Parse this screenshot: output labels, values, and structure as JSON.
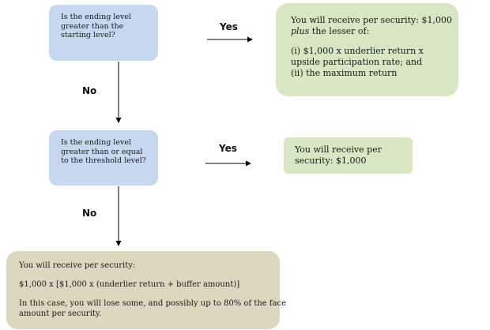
{
  "question1": {
    "lines": [
      "Is the ending level",
      "greater than the",
      "starting level?"
    ]
  },
  "question2": {
    "lines": [
      "Is the ending level",
      "greater than or equal",
      "to the threshold level?"
    ]
  },
  "labels": {
    "yes1": "Yes",
    "no1": "No",
    "yes2": "Yes",
    "no2": "No"
  },
  "outcome_upside": {
    "line1": "You will receive per security: $1,000",
    "line2_italic": "plus",
    "line2_rest": " the lesser of:",
    "line3": "(i) $1,000 x underlier return x",
    "line4": "upside participation rate; and",
    "line5": "(ii) the maximum return"
  },
  "outcome_flat": {
    "line1": "You will receive per",
    "line2": "security: $1,000"
  },
  "outcome_loss": {
    "line1": "You will receive per security:",
    "line2": "$1,000 x [$1,000 x (underlier return + buffer amount)]",
    "line3": "In this case, you will lose some, and possibly up to 80% of the face",
    "line4": "amount per security."
  },
  "colors": {
    "question_fill": "#c6d8ef",
    "positive_fill": "#d8e6c4",
    "loss_fill": "#dcd8c0",
    "arrow": "#000000"
  }
}
